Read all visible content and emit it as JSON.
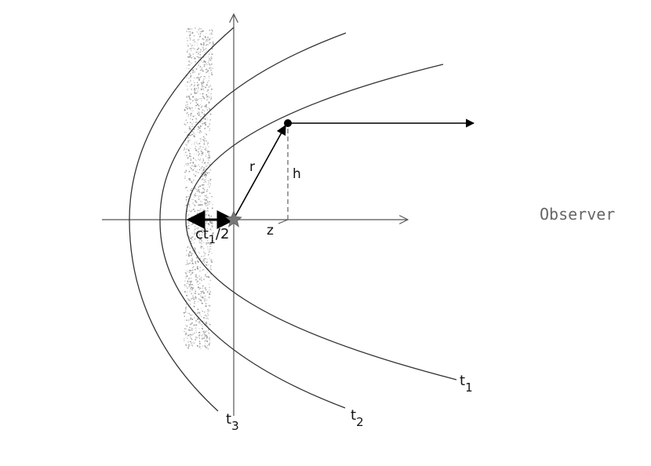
{
  "labels": {
    "observer": "Observer",
    "r": "r",
    "h": "h",
    "z": "z",
    "ct_main": "ct",
    "ct_sub": "1",
    "ct_tail": "/2",
    "t1_main": "t",
    "t1_sub": "1",
    "t2_main": "t",
    "t2_sub": "2",
    "t3_main": "t",
    "t3_sub": "3"
  },
  "colors": {
    "line": "#555555",
    "ink": "#000000",
    "dust": "#8a8a8a",
    "star": "#777777",
    "observer_text": "#666666"
  }
}
